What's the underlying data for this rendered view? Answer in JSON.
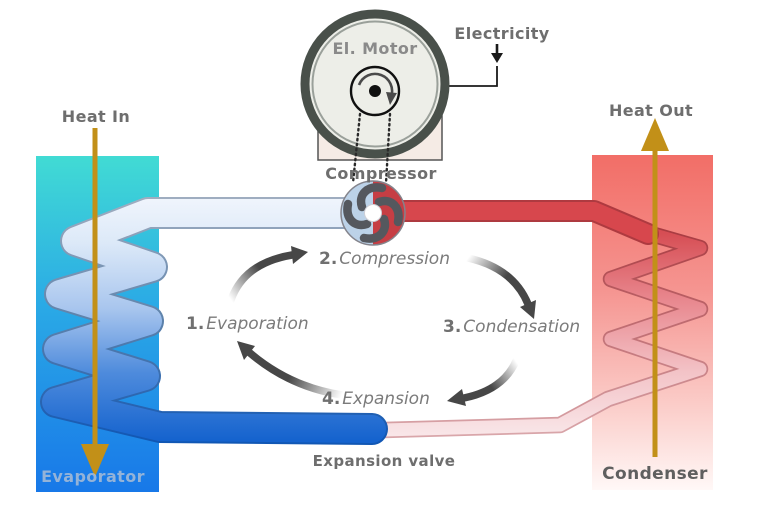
{
  "title": "Heat pump refrigeration cycle diagram",
  "labels": {
    "heat_in": "Heat In",
    "heat_out": "Heat Out",
    "electricity": "Electricity",
    "motor": "El. Motor",
    "compressor": "Compressor",
    "evaporator": "Evaporator",
    "condenser": "Condenser",
    "expansion_valve": "Expansion valve"
  },
  "cycle_steps": [
    {
      "number": "1.",
      "label": "Evaporation"
    },
    {
      "number": "2.",
      "label": "Compression"
    },
    {
      "number": "3.",
      "label": "Condensation"
    },
    {
      "number": "4.",
      "label": "Expansion"
    }
  ],
  "colors": {
    "evaporator_box_top": "#41DBD4",
    "evaporator_box_bottom": "#1878E8",
    "condenser_box_top": "#F26E67",
    "condenser_box_bottom": "#FFF8F7",
    "suction_vapor_pipe": "#EFF4FC",
    "cold_liquid_pipe": "#1563CE",
    "hot_discharge_pipe": "#D7474D",
    "condensed_liquid_pipe": "#F9E6E8",
    "heat_arrow_gold": "#C29018",
    "cycle_arrow_gray": "#474747",
    "label_gray": "#6E6E6E",
    "compressor_wheel_left": "#BCD2E8",
    "compressor_wheel_right": "#C63E44"
  }
}
